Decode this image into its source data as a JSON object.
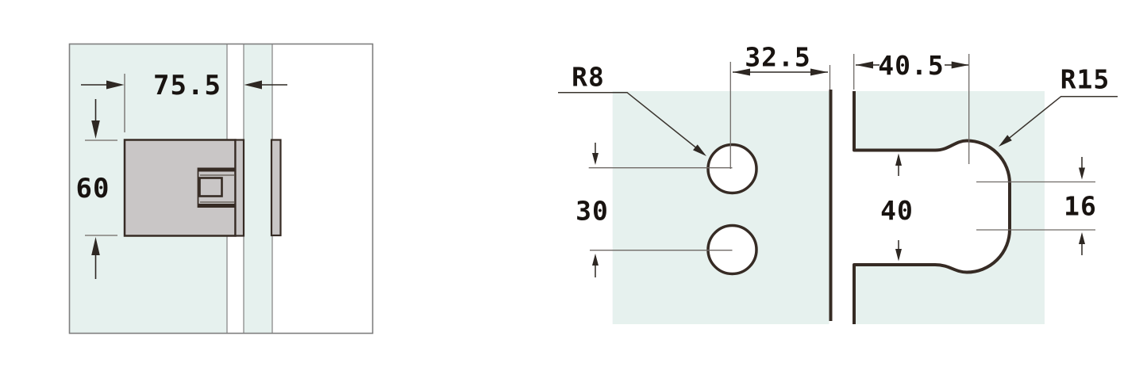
{
  "drawing": {
    "title": "glass-door-lock-technical-drawing",
    "left_view": {
      "body_width": "75.5",
      "body_height": "60"
    },
    "right_view": {
      "hole_radius": "R8",
      "hole_spacing": "30",
      "hole_center_offset": "32.5",
      "cutout_depth": "40.5",
      "cutout_height": "40",
      "cutout_flat": "16",
      "cutout_radius": "R15"
    },
    "colors": {
      "glass": "#e6f1ee",
      "metal": "#c9c6c6",
      "outline": "#362b24",
      "dimension_dark": "#2e2823",
      "dimension_gray": "#6f6a66",
      "frame_gray": "#7f7f7f"
    }
  }
}
